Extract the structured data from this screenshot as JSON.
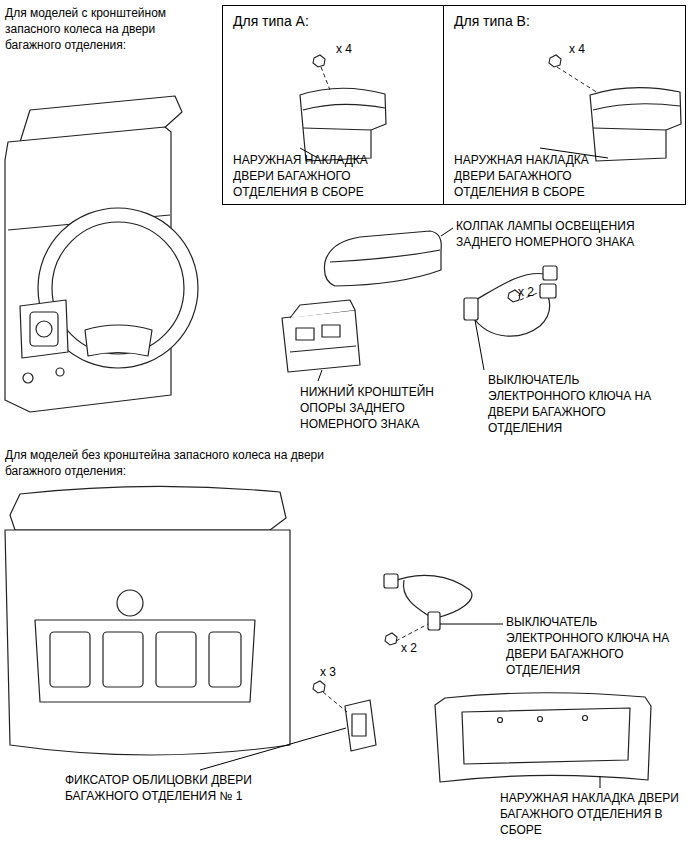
{
  "diagram": {
    "nodes": [
      {
        "text": [
          "Для типа A:",
          "x 4",
          "НАРУЖНАЯ НАКЛАДКА ДВЕРИ БАГАЖНОГО ОТДЕЛЕНИЯ В СБОРЕ"
        ]
      },
      {
        "text": [
          "Для типа B:",
          "x 4",
          "НАРУЖНАЯ НАКЛАДКА ДВЕРИ БАГАЖНОГО ОТДЕЛЕНИЯ В СБОРЕ"
        ]
      }
    ],
    "edges": [],
    "labels": [
      "Для моделей с кронштейном запасного колеса на двери багажного отделения:",
      "КОЛПАК ЛАМПЫ ОСВЕЩЕНИЯ ЗАДНЕГО НОМЕРНОГО ЗНАКА",
      "x 2",
      "ВЫКЛЮЧАТЕЛЬ ЭЛЕКТРОННОГО КЛЮЧА НА ДВЕРИ БАГАЖНОГО ОТДЕЛЕНИЯ",
      "НИЖНИЙ КРОНШТЕЙН ОПОРЫ ЗАДНЕГО НОМЕРНОГО ЗНАКА",
      "Для моделей без кронштейна запасного колеса на двери багажного отделения:",
      "x 3",
      "ФИКСАТОР ОБЛИЦОВКИ ДВЕРИ БАГАЖНОГО ОТДЕЛЕНИЯ № 1",
      "x 2",
      "ВЫКЛЮЧАТЕЛЬ ЭЛЕКТРОННОГО КЛЮЧА НА ДВЕРИ БАГАЖНОГО ОТДЕЛЕНИЯ",
      "НАРУЖНАЯ НАКЛАДКА ДВЕРИ БАГАЖНОГО ОТДЕЛЕНИЯ В СБОРЕ"
    ]
  }
}
